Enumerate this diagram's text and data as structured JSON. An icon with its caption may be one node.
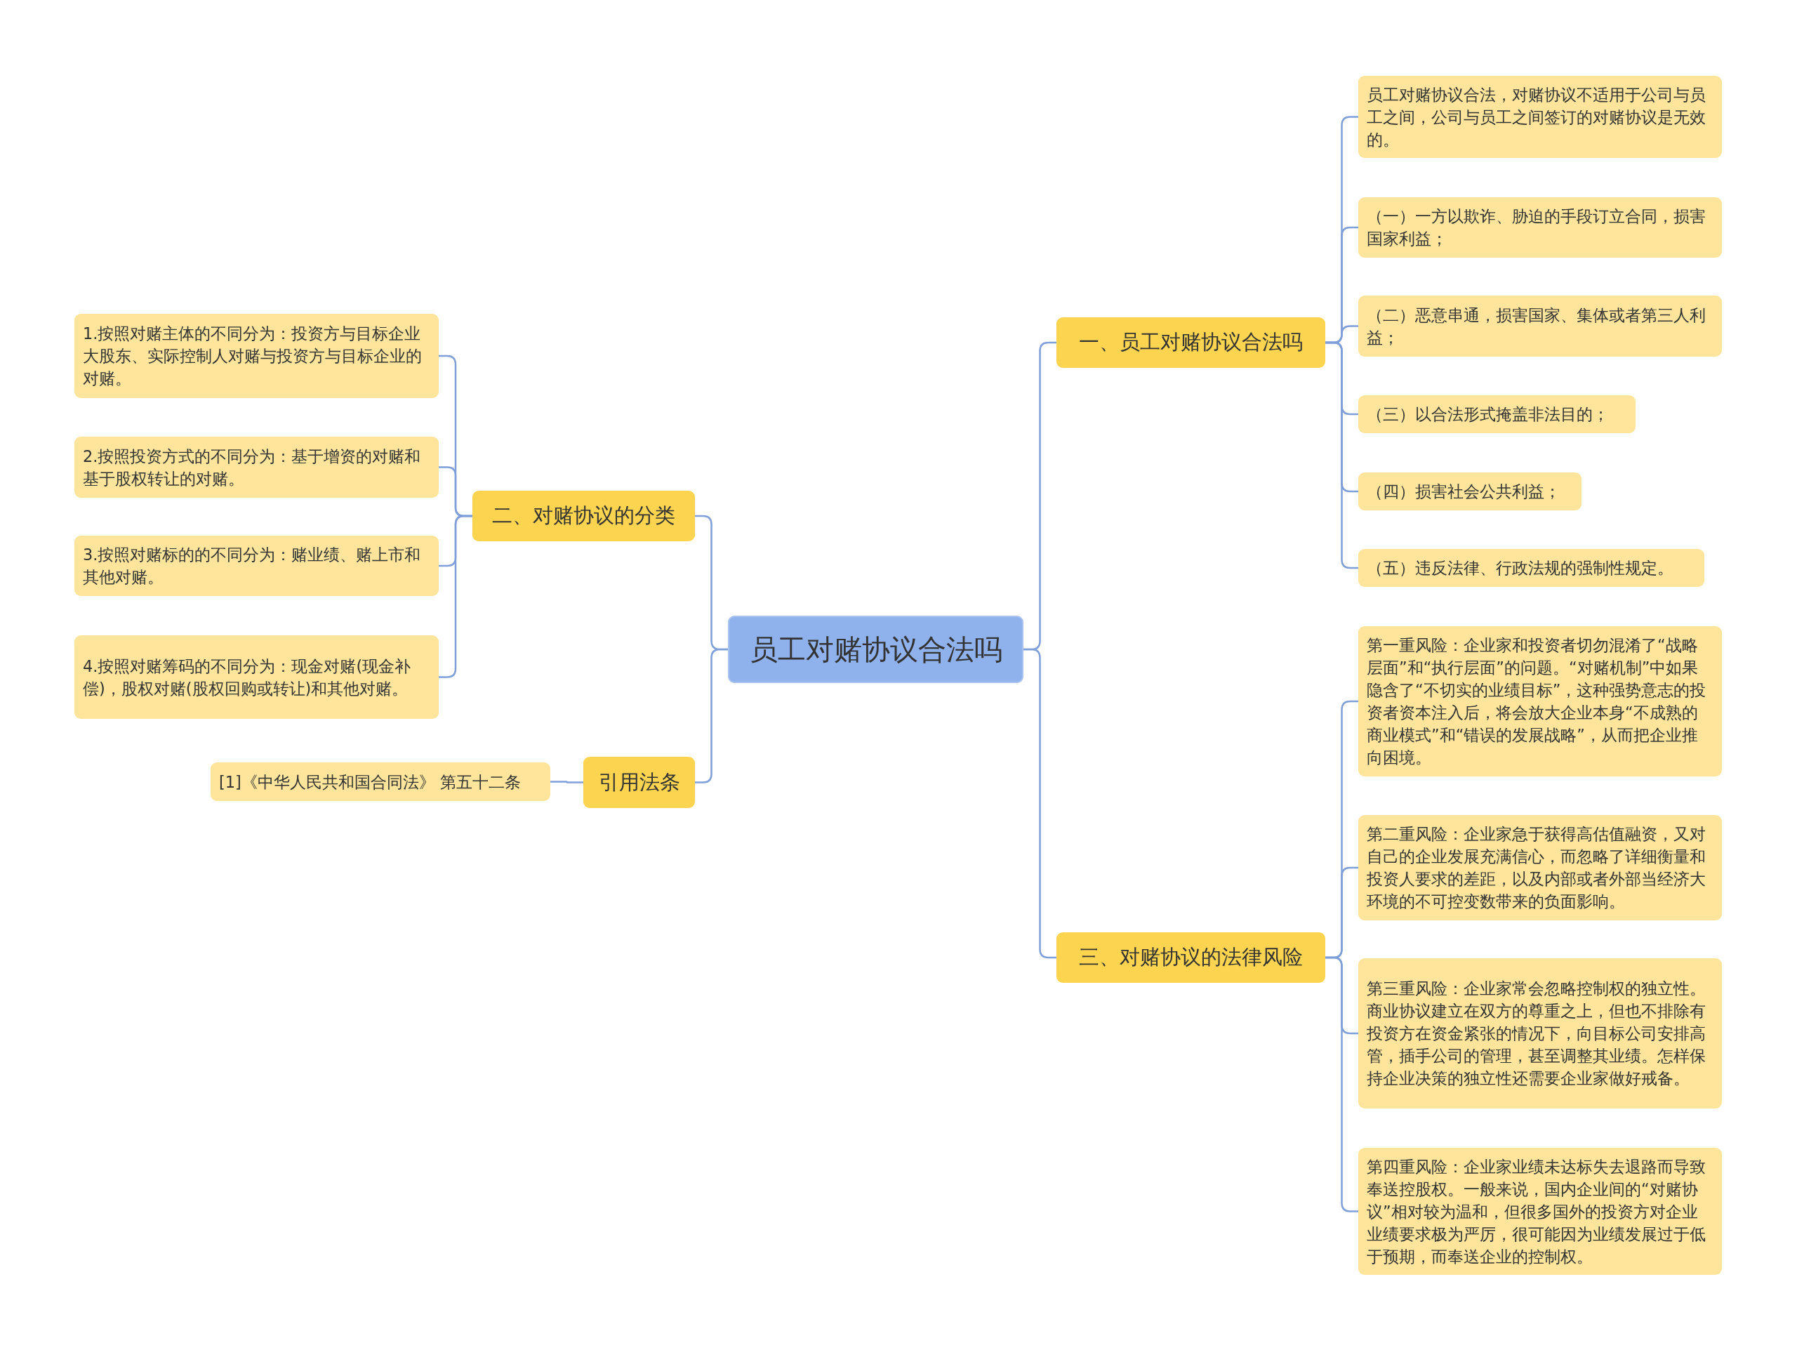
{
  "diagram": {
    "nodes": [
      {
        "text": [
          "员工对赌协议合法吗"
        ]
      },
      {
        "text": [
          "二、对赌协议的分类"
        ]
      },
      {
        "text": [
          "1.按照对赌主体的不同分为：投资方与目标企业大股东、实际控制人对赌与投资方与目标企业的对赌。"
        ]
      },
      {
        "text": [
          "2.按照投资方式的不同分为：基于增资的对赌和基于股权转让的对赌。"
        ]
      },
      {
        "text": [
          "3.按照对赌标的的不同分为：赌业绩、赌上市和其他对赌。"
        ]
      },
      {
        "text": [
          "4.按照对赌筹码的不同分为：现金对赌(现金补偿)，股权对赌(股权回购或转让)和其他对赌。"
        ]
      },
      {
        "text": [
          "引用法条"
        ]
      },
      {
        "text": [
          "[1]《中华人民共和国合同法》 第五十二条"
        ]
      },
      {
        "text": [
          "一、员工对赌协议合法吗"
        ]
      },
      {
        "text": [
          "员工对赌协议合法，对赌协议不适用于公司与员工之间，公司与员工之间签订的对赌协议是无效的。"
        ]
      },
      {
        "text": [
          "（一）一方以欺诈、胁迫的手段订立合同，损害国家利益；"
        ]
      },
      {
        "text": [
          "（二）恶意串通，损害国家、集体或者第三人利益；"
        ]
      },
      {
        "text": [
          "（三）以合法形式掩盖非法目的；"
        ]
      },
      {
        "text": [
          "（四）损害社会公共利益；"
        ]
      },
      {
        "text": [
          "（五）违反法律、行政法规的强制性规定。"
        ]
      },
      {
        "text": [
          "三、对赌协议的法律风险"
        ]
      },
      {
        "text": [
          "第一重风险：企业家和投资者切勿混淆了“战略层面”和“执行层面”的问题。“对赌机制”中如果隐含了“不切实的业绩目标”，这种强势意志的投资者资本注入后，将会放大企业本身“不成熟的商业模式”和“错误的发展战略”，从而把企业推向困境。"
        ]
      },
      {
        "text": [
          "第二重风险：企业家急于获得高估值融资，又对自己的企业发展充满信心，而忽略了详细衡量和投资人要求的差距，以及内部或者外部当经济大环境的不可控变数带来的负面影响。"
        ]
      },
      {
        "text": [
          "第三重风险：企业家常会忽略控制权的独立性。商业协议建立在双方的尊重之上，但也不排除有投资方在资金紧张的情况下，向目标公司安排高管，插手公司的管理，甚至调整其业绩。怎样保持企业决策的独立性还需要企业家做好戒备。"
        ]
      },
      {
        "text": [
          "第四重风险：企业家业绩未达标失去退路而导致奉送控股权。一般来说，国内企业间的“对赌协议”相对较为温和，但很多国外的投资方对企业业绩要求极为严厉，很可能因为业绩发展过于低于预期，而奉送企业的控制权。"
        ]
      }
    ],
    "edges": [
      {
        "from": 0,
        "to": 1,
        "arrow": "none"
      },
      {
        "from": 1,
        "to": 2,
        "arrow": "none"
      },
      {
        "from": 1,
        "to": 3,
        "arrow": "none"
      },
      {
        "from": 1,
        "to": 4,
        "arrow": "none"
      },
      {
        "from": 1,
        "to": 5,
        "arrow": "none"
      },
      {
        "from": 0,
        "to": 6,
        "arrow": "none"
      },
      {
        "from": 6,
        "to": 7,
        "arrow": "none"
      },
      {
        "from": 0,
        "to": 8,
        "arrow": "none"
      },
      {
        "from": 8,
        "to": 9,
        "arrow": "none"
      },
      {
        "from": 8,
        "to": 10,
        "arrow": "none"
      },
      {
        "from": 8,
        "to": 11,
        "arrow": "none"
      },
      {
        "from": 8,
        "to": 12,
        "arrow": "none"
      },
      {
        "from": 8,
        "to": 13,
        "arrow": "none"
      },
      {
        "from": 8,
        "to": 14,
        "arrow": "none"
      },
      {
        "from": 0,
        "to": 15,
        "arrow": "none"
      },
      {
        "from": 15,
        "to": 16,
        "arrow": "none"
      },
      {
        "from": 15,
        "to": 17,
        "arrow": "none"
      },
      {
        "from": 15,
        "to": 18,
        "arrow": "none"
      },
      {
        "from": 15,
        "to": 19,
        "arrow": "none"
      }
    ]
  }
}
